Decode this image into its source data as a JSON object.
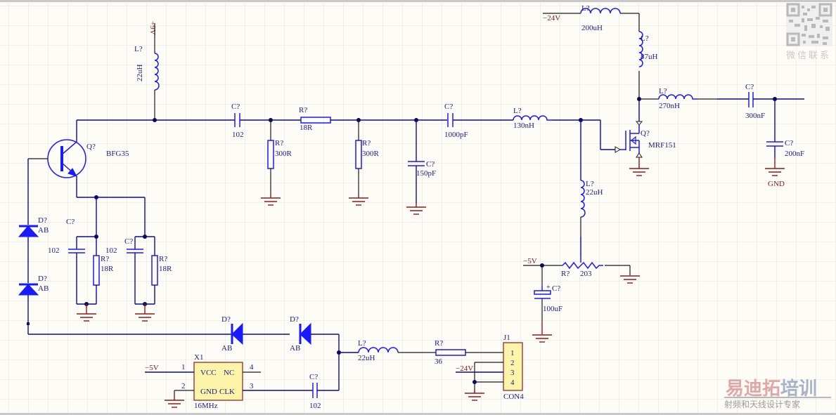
{
  "watermark": {
    "qr_label": "微信联系",
    "brand_part1": "易迪拓",
    "brand_part2": "培训",
    "tagline": "射频和天线设计专家"
  },
  "power": {
    "vcc9": "+9V",
    "neg24_top": "−24V",
    "neg5_mid": "−5V",
    "neg5_osc": "−5V",
    "neg24_conn": "−24V",
    "gnd": "GND"
  },
  "components": {
    "L1": {
      "ref": "L?",
      "value": "22uH"
    },
    "Q1": {
      "ref": "Q?",
      "value": "BFG35"
    },
    "C1": {
      "ref": "C?",
      "value": "102"
    },
    "R1": {
      "ref": "R?",
      "value": "300R"
    },
    "R2": {
      "ref": "R?",
      "value": "18R"
    },
    "R3": {
      "ref": "R?",
      "value": "300R"
    },
    "C2": {
      "ref": "C?",
      "value": "150pF"
    },
    "C3": {
      "ref": "C?",
      "value": "1000pF"
    },
    "L2": {
      "ref": "L?",
      "value": "130nH"
    },
    "L3": {
      "ref": "L?",
      "value": "200uH"
    },
    "L4": {
      "ref": "L?",
      "value": "87uH"
    },
    "L5": {
      "ref": "L?",
      "value": "270nH"
    },
    "Q2": {
      "ref": "Q?",
      "value": "MRF151"
    },
    "C4": {
      "ref": "C?",
      "value": "300nF"
    },
    "C5": {
      "ref": "C?",
      "value": "200nF"
    },
    "L6": {
      "ref": "L?",
      "value": "22uH"
    },
    "RV1": {
      "ref": "R?",
      "value": "203"
    },
    "C6": {
      "ref": "C?",
      "value": "100uF"
    },
    "D1": {
      "ref": "D?",
      "value": "AB"
    },
    "D2": {
      "ref": "D?",
      "value": "AB"
    },
    "C7": {
      "ref": "C?",
      "value": "102"
    },
    "R4": {
      "ref": "R?",
      "value": "18R"
    },
    "C8": {
      "ref": "C?",
      "value": "102"
    },
    "R5": {
      "ref": "R?",
      "value": "18R"
    },
    "D3": {
      "ref": "D?",
      "value": "AB"
    },
    "D4": {
      "ref": "D?",
      "value": "AB"
    },
    "L7": {
      "ref": "L?",
      "value": "22uH"
    },
    "R6": {
      "ref": "R?",
      "value": "36"
    },
    "C9": {
      "ref": "C?",
      "value": "102"
    },
    "X1": {
      "ref": "X1",
      "value": "16MHz",
      "pin_vcc": "VCC",
      "pin_nc": "NC",
      "pin_gnd": "GND",
      "pin_clk": "CLK",
      "n1": "1",
      "n2": "2",
      "n3": "3",
      "n4": "4"
    },
    "J1": {
      "ref": "J1",
      "value": "CON4",
      "n1": "1",
      "n2": "2",
      "n3": "3",
      "n4": "4"
    }
  }
}
